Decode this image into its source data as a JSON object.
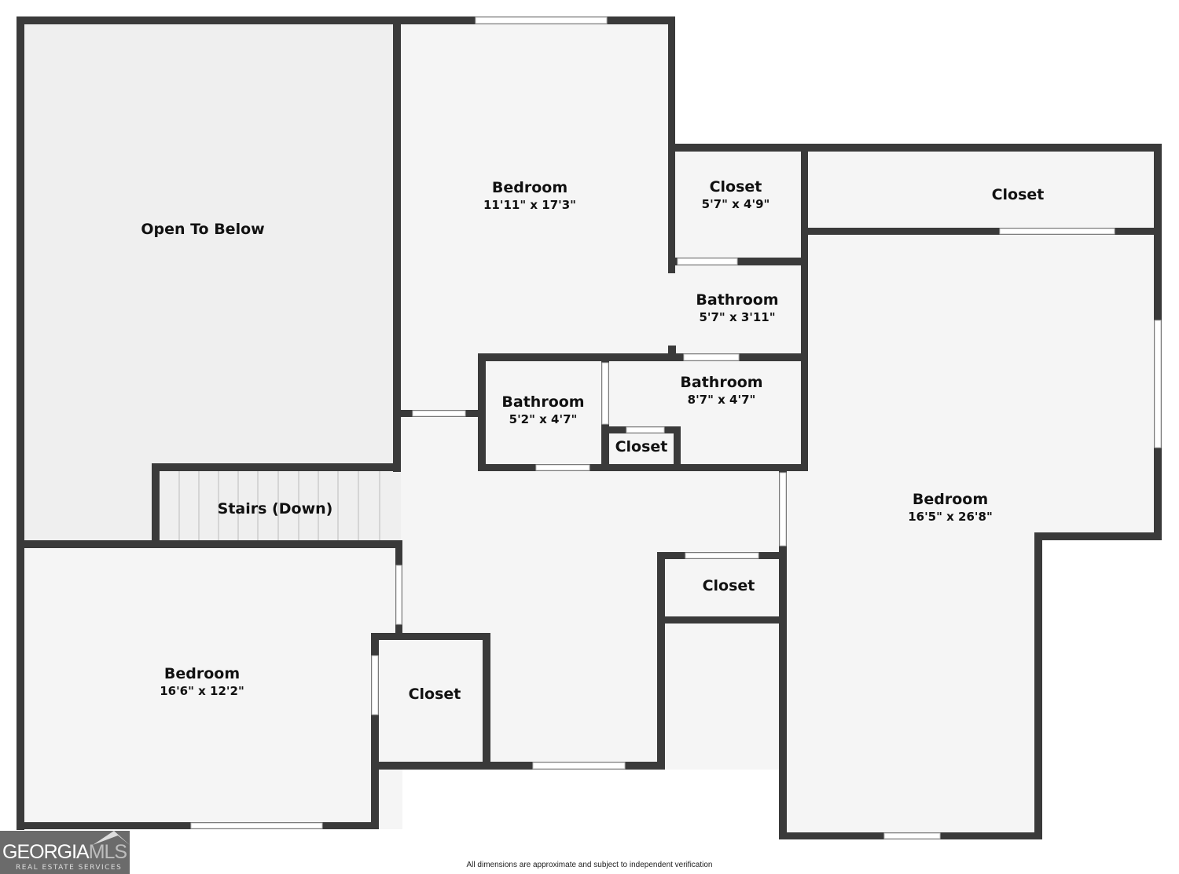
{
  "rooms": [
    {
      "name": "Open To Below",
      "dims": ""
    },
    {
      "name": "Bedroom",
      "dims": "11'11\" x 17'3\""
    },
    {
      "name": "Closet",
      "dims": "5'7\" x 4'9\""
    },
    {
      "name": "Closet",
      "dims": ""
    },
    {
      "name": "Bathroom",
      "dims": "5'7\" x 3'11\""
    },
    {
      "name": "Bathroom",
      "dims": "8'7\" x 4'7\""
    },
    {
      "name": "Bathroom",
      "dims": "5'2\" x 4'7\""
    },
    {
      "name": "Closet",
      "dims": ""
    },
    {
      "name": "Stairs (Down)",
      "dims": ""
    },
    {
      "name": "Bedroom",
      "dims": "16'5\" x 26'8\""
    },
    {
      "name": "Closet",
      "dims": ""
    },
    {
      "name": "Bedroom",
      "dims": "16'6\" x 12'2\""
    },
    {
      "name": "Closet",
      "dims": ""
    }
  ],
  "footer": "All dimensions are approximate and subject to independent verification",
  "logo": {
    "brand_a": "GEORGIA",
    "brand_b": "MLS",
    "tagline": "REAL ESTATE SERVICES"
  },
  "colors": {
    "wall": "#3a3a3a",
    "floor": "#f5f5f5",
    "open_to_below": "#efefef"
  }
}
